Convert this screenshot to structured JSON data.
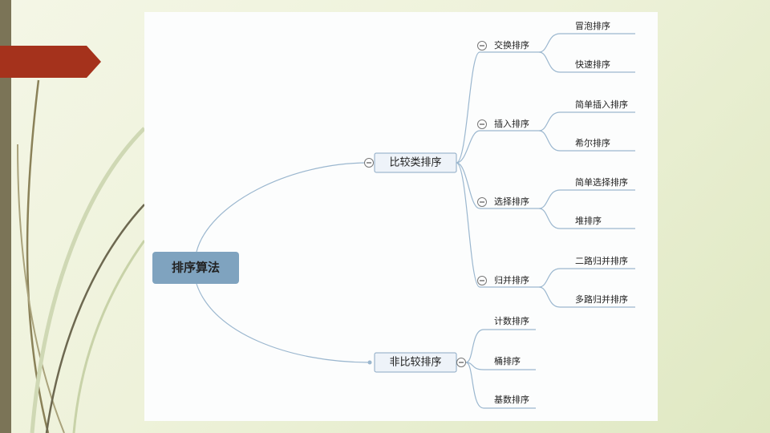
{
  "mindmap": {
    "root": "排序算法",
    "branch_compare": "比较类排序",
    "branch_noncompare": "非比较排序",
    "groups": [
      {
        "label": "交换排序",
        "children": [
          "冒泡排序",
          "快速排序"
        ]
      },
      {
        "label": "插入排序",
        "children": [
          "简单插入排序",
          "希尔排序"
        ]
      },
      {
        "label": "选择排序",
        "children": [
          "简单选择排序",
          "堆排序"
        ]
      },
      {
        "label": "归并排序",
        "children": [
          "二路归并排序",
          "多路归并排序"
        ]
      }
    ],
    "noncompare_children": [
      "计数排序",
      "桶排序",
      "基数排序"
    ]
  },
  "colors": {
    "root_fill": "#7fa3bf",
    "branch_fill": "#eef3f9",
    "branch_border": "#8aa8c4",
    "line": "#9bb7cf",
    "accent_arrow": "#a5321c",
    "side_bar": "#7b7457"
  }
}
